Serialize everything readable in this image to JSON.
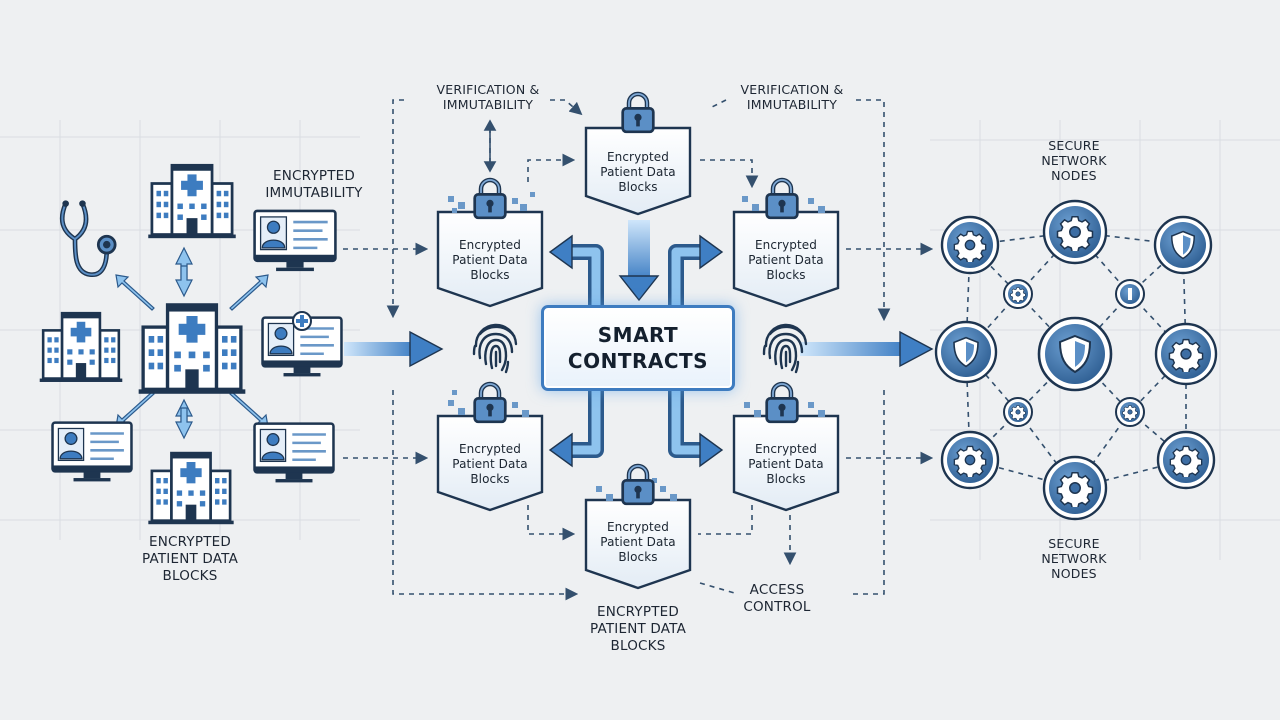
{
  "labels": {
    "verification_left": "VERIFICATION &\nIMMUTABILITY",
    "verification_right": "VERIFICATION &\nIMMUTABILITY",
    "encrypted_immutability": "ENCRYPTED\nIMMUTABILITY",
    "left_bottom": "ENCRYPTED\nPATIENT DATA\nBLOCKS",
    "center_bottom": "ENCRYPTED\nPATIENT DATA\nBLOCKS",
    "access_control": "ACCESS\nCONTROL",
    "secure_nodes_top": "SECURE\nNETWORK\nNODES",
    "secure_nodes_bottom": "SECURE\nNETWORK\nNODES"
  },
  "hub": {
    "label": "SMART\nCONTRACTS"
  },
  "blocks": {
    "top": "Encrypted\nPatient Data\nBlocks",
    "upper_left": "Encrypted\nPatient Data\nBlocks",
    "upper_right": "Encrypted\nPatient Data\nBlocks",
    "lower_left": "Encrypted\nPatient Data\nBlocks",
    "lower_right": "Encrypted\nPatient Data\nBlocks",
    "bottom": "Encrypted\nPatient Data\nBlocks"
  },
  "icons": {
    "hospital": "hospital-icon",
    "monitor": "patient-record-monitor-icon",
    "stethoscope": "stethoscope-icon",
    "lock": "lock-icon",
    "fingerprint": "fingerprint-icon",
    "gear": "gear-icon",
    "shield": "shield-icon"
  },
  "colors": {
    "accent": "#3e7cc0",
    "dark_blue": "#2c5a8c",
    "light_blue": "#9cc8ee",
    "node_fill": "#4a7fb6",
    "background": "#eef0f2"
  }
}
